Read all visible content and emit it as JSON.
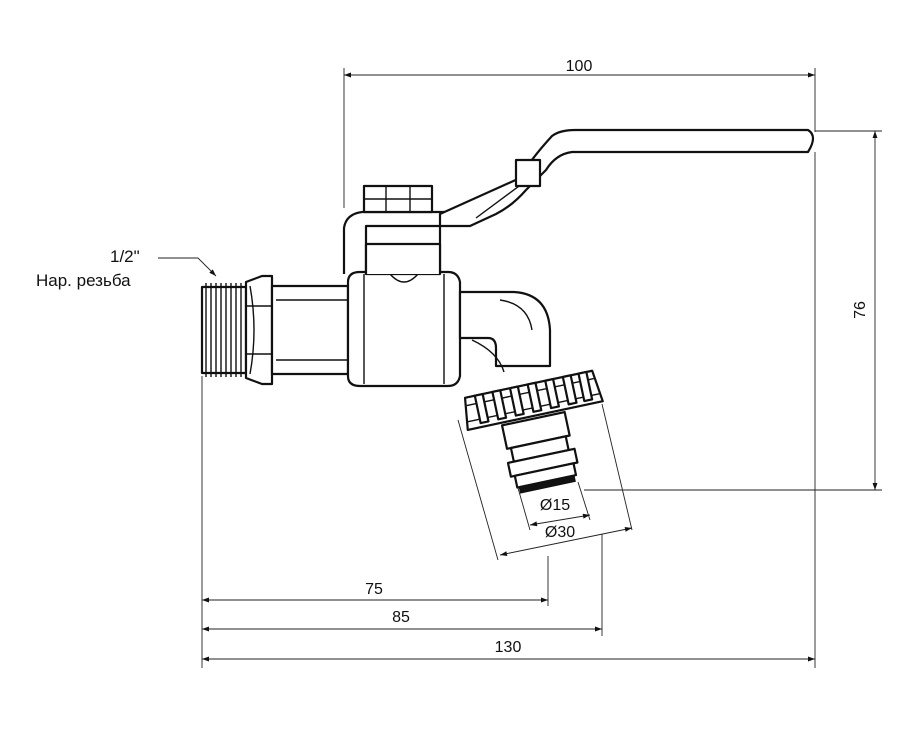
{
  "dimensions": {
    "top_width": "100",
    "height": "76",
    "outlet_inner_diameter": "Ø15",
    "outlet_outer_diameter": "Ø30",
    "length_to_outlet_axis": "75",
    "length_to_outlet_edge": "85",
    "overall_length": "130"
  },
  "thread_callout": {
    "size": "1/2\"",
    "type": "Нар. резьба"
  },
  "colors": {
    "line": "#111111",
    "background": "#ffffff"
  }
}
